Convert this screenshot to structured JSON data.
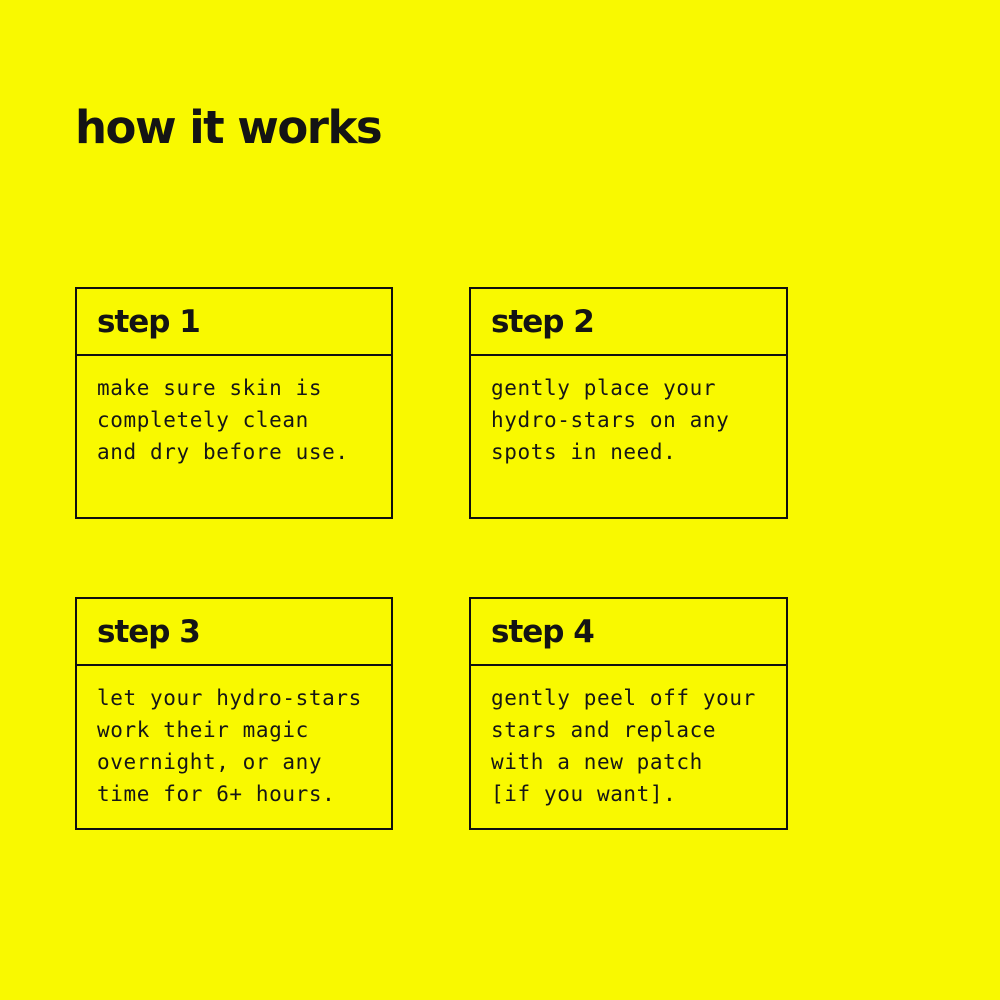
{
  "page": {
    "title": "how it works",
    "background_color": "#F9F900",
    "text_color": "#141414",
    "border_color": "#101010"
  },
  "steps": [
    {
      "label": "step 1",
      "description": "make sure skin is\ncompletely clean\nand dry before use."
    },
    {
      "label": "step 2",
      "description": "gently place your\nhydro-stars on any\nspots in need."
    },
    {
      "label": "step 3",
      "description": "let your hydro-stars\nwork their magic\novernight, or any\ntime for 6+ hours."
    },
    {
      "label": "step 4",
      "description": "gently peel off your\nstars and replace\nwith a new patch\n[if you want]."
    }
  ]
}
